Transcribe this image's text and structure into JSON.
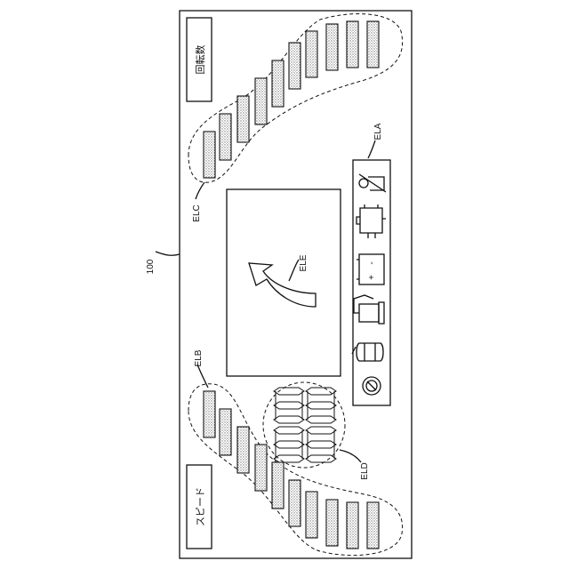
{
  "labels": {
    "device": "100",
    "ela": "ELA",
    "elb": "ELB",
    "elc": "ELC",
    "eld": "ELD",
    "ele": "ELE"
  },
  "gauges": {
    "rpm_label": "回転数",
    "speed_label": "スピード"
  },
  "indicator_panel": {
    "battery_plus": "+",
    "battery_minus": "-"
  },
  "icons": [
    "seatbelt-warning-icon",
    "engine-icon",
    "battery-icon",
    "fuel-pump-icon",
    "car-door-icon",
    "brake-warning-icon"
  ]
}
